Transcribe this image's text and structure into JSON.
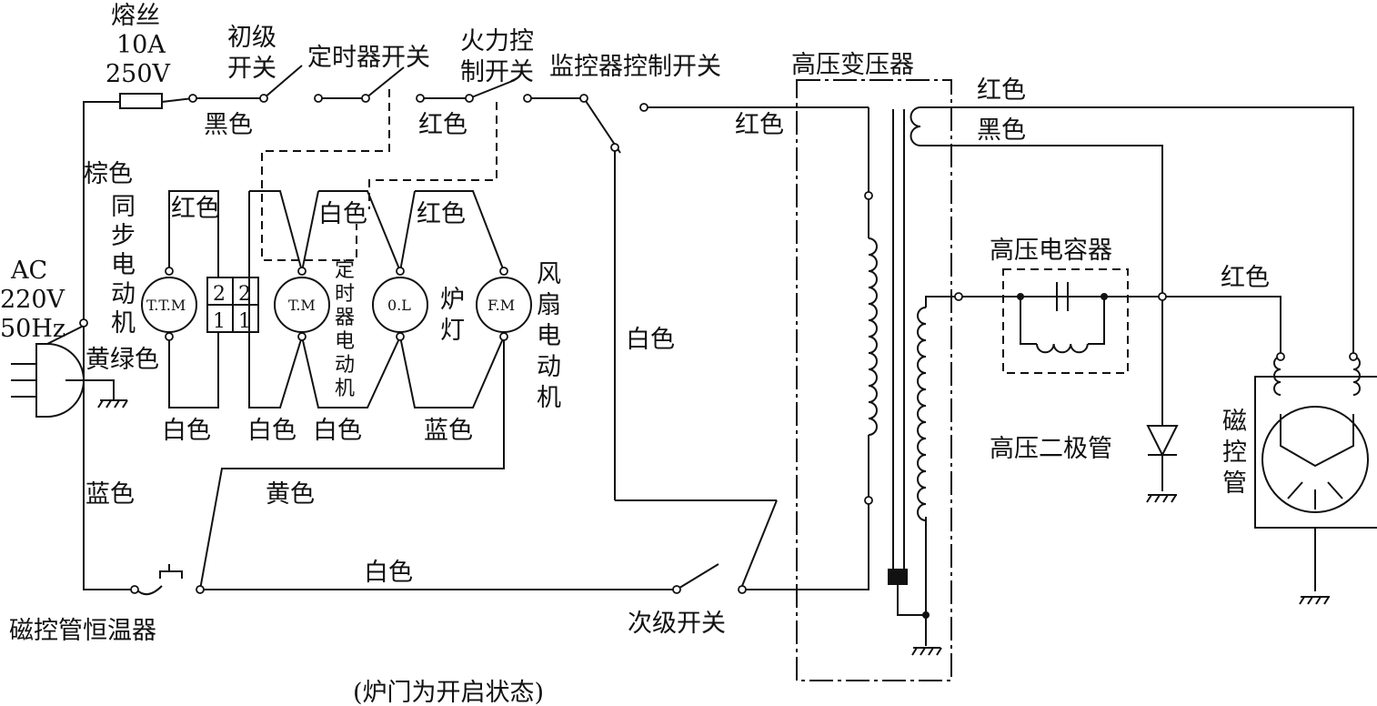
{
  "fuse": {
    "label": "熔丝",
    "rating_current": "10A",
    "rating_voltage": "250V"
  },
  "switches": {
    "primary_line1": "初级",
    "primary_line2": "开关",
    "timer": "定时器开关",
    "power_line1": "火力控",
    "power_line2": "制开关",
    "monitor": "监控器控制开关",
    "secondary": "次级开关"
  },
  "components": {
    "hv_transformer": "高压变压器",
    "hv_capacitor": "高压电容器",
    "hv_diode": "高压二极管",
    "magnetron": [
      "磁",
      "控",
      "管"
    ],
    "magnetron_thermostat": "磁控管恒温器",
    "sync_motor_label": [
      "同",
      "步",
      "电",
      "动",
      "机"
    ],
    "sync_motor_symbol": "T.T.M",
    "timer_motor_symbol": "T.M",
    "timer_motor_label": [
      "定",
      "时",
      "器",
      "电",
      "动",
      "机"
    ],
    "oven_lamp_symbol": "0.L",
    "oven_lamp_label": [
      "炉",
      "灯"
    ],
    "fan_motor_symbol": "F.M",
    "fan_motor_label": [
      "风",
      "扇",
      "电",
      "动",
      "机"
    ],
    "terminal_block": [
      "2",
      "2",
      "1",
      "1"
    ]
  },
  "power": {
    "line1": "AC",
    "line2": "220V",
    "line3": "50Hz"
  },
  "wires": {
    "black_top": "黑色",
    "red_top": "红色",
    "red_mid": "红色",
    "brown": "棕色",
    "red_sync": "红色",
    "white_tm": "白色",
    "red_lamp": "红色",
    "yellow_green": "黄绿色",
    "white_b1": "白色",
    "white_b2": "白色",
    "white_b3": "白色",
    "blue_fan": "蓝色",
    "blue_left": "蓝色",
    "yellow": "黄色",
    "white_bottom": "白色",
    "white_right": "白色",
    "red_hv1": "红色",
    "black_hv": "黑色",
    "red_hv2": "红色"
  },
  "caption": "(炉门为开启状态)"
}
